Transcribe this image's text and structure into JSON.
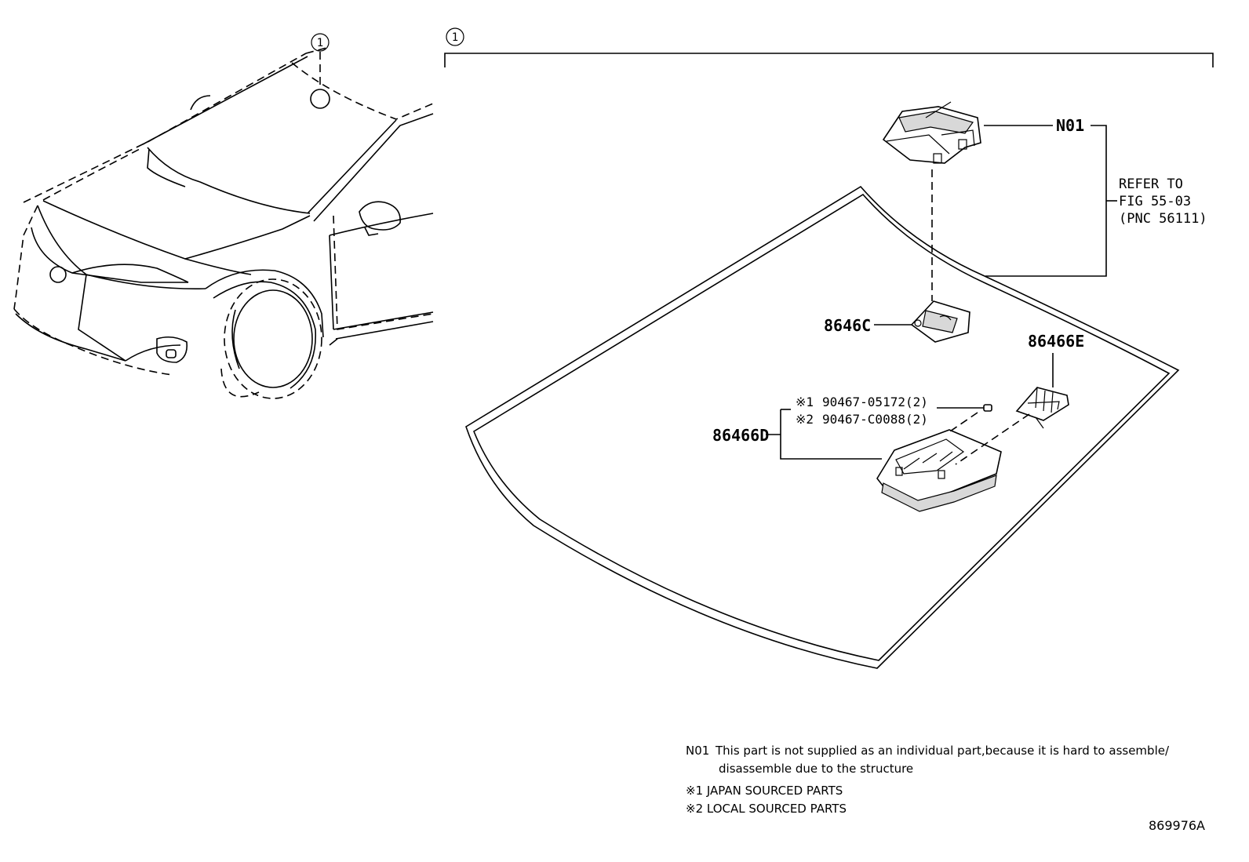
{
  "callouts": {
    "windshield_ref": "1",
    "bracket_ref": "1"
  },
  "parts": {
    "n01": "N01",
    "refer_line1": "REFER TO",
    "refer_line2": "FIG 55-03",
    "refer_line3": "(PNC 56111)",
    "p8646c": "8646C",
    "p86466e": "86466E",
    "p86466d": "86466D",
    "fastener1_mark": "※1",
    "fastener1": "90467-05172(2)",
    "fastener2_mark": "※2",
    "fastener2": "90467-C0088(2)"
  },
  "notes": {
    "n01_code": "N01",
    "n01_line1": "This part is not supplied as an individual part,because it is hard to assemble/",
    "n01_line2": "disassemble due to the structure",
    "note1": "※1 JAPAN SOURCED PARTS",
    "note2": "※2 LOCAL SOURCED PARTS"
  },
  "illustration_number": "869976A"
}
